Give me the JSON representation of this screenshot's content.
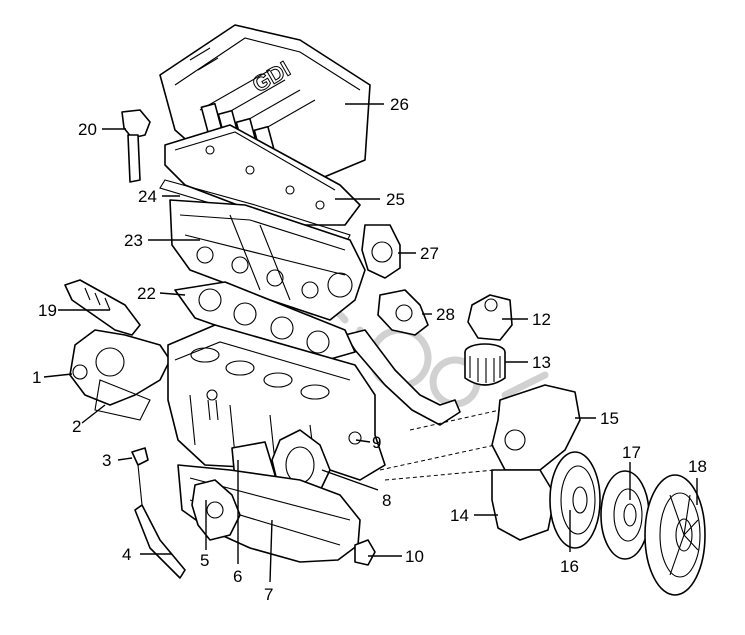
{
  "diagram": {
    "cover_text": "GDI",
    "callouts": [
      {
        "id": "c1",
        "label": "1"
      },
      {
        "id": "c2",
        "label": "2"
      },
      {
        "id": "c3",
        "label": "3"
      },
      {
        "id": "c4",
        "label": "4"
      },
      {
        "id": "c5",
        "label": "5"
      },
      {
        "id": "c6",
        "label": "6"
      },
      {
        "id": "c7",
        "label": "7"
      },
      {
        "id": "c8",
        "label": "8"
      },
      {
        "id": "c9",
        "label": "9"
      },
      {
        "id": "c10",
        "label": "10"
      },
      {
        "id": "c12",
        "label": "12"
      },
      {
        "id": "c13",
        "label": "13"
      },
      {
        "id": "c14",
        "label": "14"
      },
      {
        "id": "c15",
        "label": "15"
      },
      {
        "id": "c16",
        "label": "16"
      },
      {
        "id": "c17",
        "label": "17"
      },
      {
        "id": "c18",
        "label": "18"
      },
      {
        "id": "c19",
        "label": "19"
      },
      {
        "id": "c20",
        "label": "20"
      },
      {
        "id": "c22",
        "label": "22"
      },
      {
        "id": "c23",
        "label": "23"
      },
      {
        "id": "c24",
        "label": "24"
      },
      {
        "id": "c25",
        "label": "25"
      },
      {
        "id": "c26",
        "label": "26"
      },
      {
        "id": "c27",
        "label": "27"
      },
      {
        "id": "c28",
        "label": "28"
      }
    ]
  }
}
